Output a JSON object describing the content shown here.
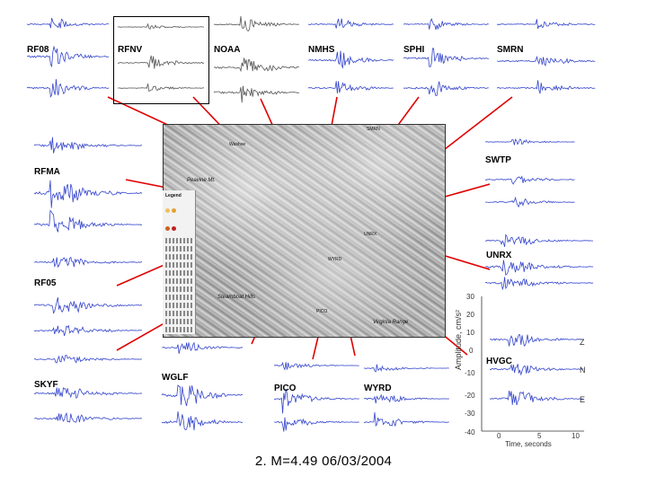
{
  "caption": "2. M=4.49   06/03/2004",
  "stations": [
    {
      "id": "RF08",
      "label": "RF08"
    },
    {
      "id": "RFNV",
      "label": "RFNV"
    },
    {
      "id": "NOAA",
      "label": "NOAA"
    },
    {
      "id": "NMHS",
      "label": "NMHS"
    },
    {
      "id": "SPHI",
      "label": "SPHI"
    },
    {
      "id": "SMRN",
      "label": "SMRN"
    },
    {
      "id": "RFMA",
      "label": "RFMA"
    },
    {
      "id": "SWTP",
      "label": "SWTP"
    },
    {
      "id": "UNRX",
      "label": "UNRX"
    },
    {
      "id": "RF05",
      "label": "RF05"
    },
    {
      "id": "HVGC",
      "label": "HVGC"
    },
    {
      "id": "SKYF",
      "label": "SKYF"
    },
    {
      "id": "WGLF",
      "label": "WGLF"
    },
    {
      "id": "PICO",
      "label": "PICO"
    },
    {
      "id": "WYRD",
      "label": "WYRD"
    }
  ],
  "amplitude_axis": {
    "title": "Amplitude, cm/s²",
    "ticks": [
      "30",
      "20",
      "10",
      "0",
      "-10",
      "-20",
      "-30",
      "-40"
    ],
    "time_title": "Time, seconds",
    "time_ticks": [
      "0",
      "5",
      "10"
    ],
    "components": [
      "Z",
      "N",
      "E"
    ]
  },
  "map": {
    "legend_title": "Legend",
    "places": [
      "SMRN",
      "Peavine Mt.",
      "Washoe",
      "UNRX",
      "WYRD",
      "PICO",
      "Virginia Range",
      "Steamboat Hills"
    ],
    "colors": {
      "trace": "#3344cc",
      "rfnv_trace": "#555555",
      "arrow": "#e00000",
      "station": "#f0a020"
    }
  }
}
